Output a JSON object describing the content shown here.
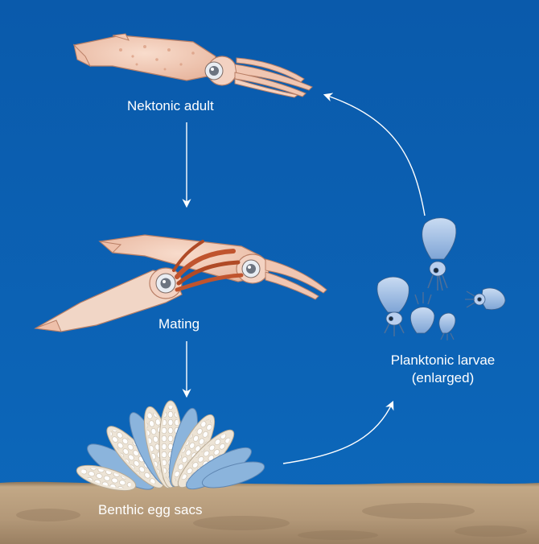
{
  "diagram": {
    "stages": {
      "adult": "Nektonic adult",
      "mating": "Mating",
      "larvae_line1": "Planktonic larvae",
      "larvae_line2": "(enlarged)",
      "eggs": "Benthic egg sacs"
    },
    "colors": {
      "water": "#0b5fb0",
      "seafloor": "#b49a76",
      "squid_body": "#f2c8b4",
      "squid_spots": "#d89a7e",
      "mating_arms": "#c0542e",
      "larvae": "#a9c4e6",
      "egg_sac": "#ede4d6",
      "egg_sac_blue": "#8bb4dc",
      "arrow": "#ffffff"
    },
    "arrows": [
      {
        "from": "adult",
        "to": "mating"
      },
      {
        "from": "mating",
        "to": "eggs"
      },
      {
        "from": "eggs",
        "to": "larvae"
      },
      {
        "from": "larvae",
        "to": "adult"
      }
    ]
  }
}
